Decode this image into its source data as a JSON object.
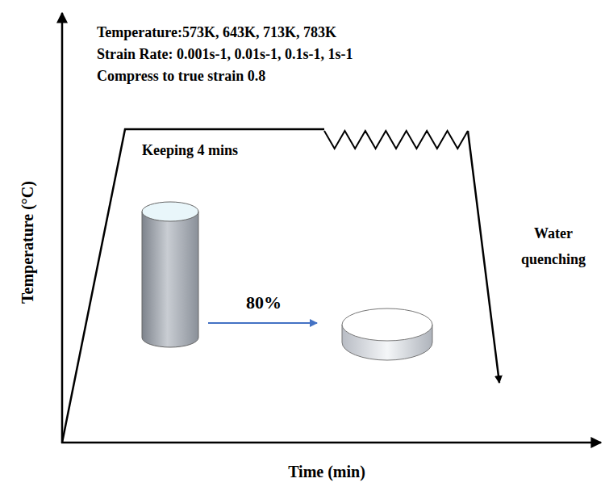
{
  "diagram": {
    "labels": [
      "Temperature:573K, 643K, 713K, 783K",
      "Strain Rate: 0.001s-1, 0.01s-1, 0.1s-1, 1s-1",
      "Compress to true strain 0.8",
      "Keeping 4 mins",
      "Water quenching",
      "80%",
      "Temperature (°C)",
      "Time (min)"
    ]
  }
}
